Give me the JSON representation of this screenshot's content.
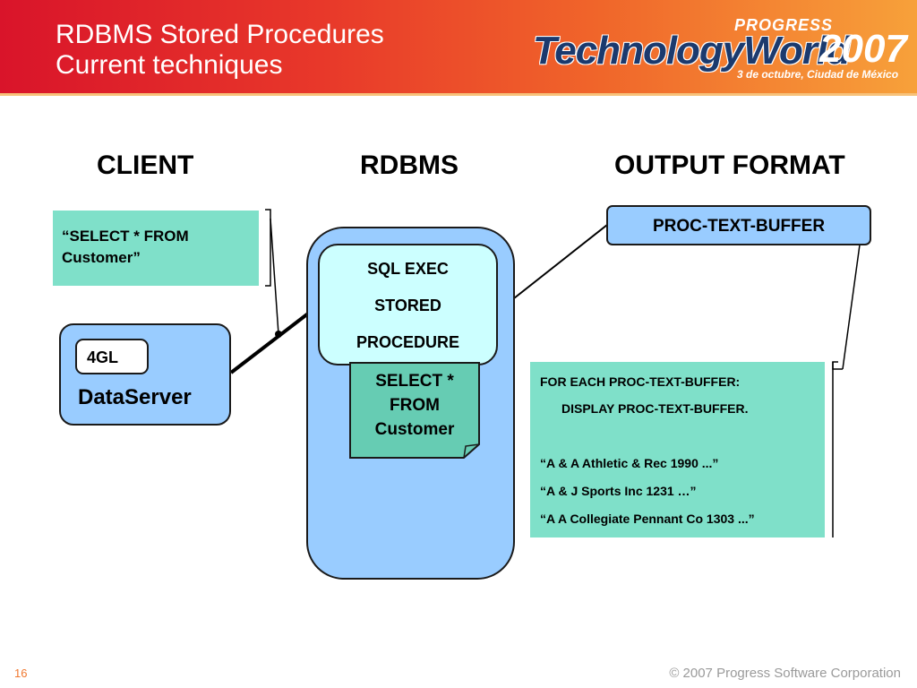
{
  "header": {
    "title_line1": "RDBMS Stored Procedures",
    "title_line2": "Current techniques",
    "logo_progress": "PROGRESS",
    "logo_technology": "TechnologyWorld",
    "logo_year": "2007",
    "logo_subtitle": "3 de octubre, Ciudad de México"
  },
  "columns": {
    "client": "CLIENT",
    "rdbms": "RDBMS",
    "output": "OUTPUT FORMAT"
  },
  "client": {
    "query_line1": "“SELECT * FROM",
    "query_line2": "Customer”",
    "language": "4GL",
    "dataserver": "DataServer"
  },
  "rdbms": {
    "line1": "SQL EXEC",
    "line2": "STORED",
    "line3": "PROCEDURE",
    "select_line1": "SELECT *",
    "select_line2": "FROM",
    "select_line3": "Customer"
  },
  "output": {
    "buffer": "PROC-TEXT-BUFFER",
    "code_line1": "FOR EACH PROC-TEXT-BUFFER:",
    "code_line2": "DISPLAY PROC-TEXT-BUFFER.",
    "row1": "“A & A Athletic & Rec 1990 ...”",
    "row2": "“A & J Sports Inc 1231 …”",
    "row3": "“A A Collegiate Pennant Co 1303 ...”"
  },
  "footer": {
    "page_number": "16",
    "copyright": "© 2007 Progress Software Corporation"
  },
  "colors": {
    "header_red": "#d9142a",
    "header_orange": "#f7a13a",
    "note_green": "#7fe0c9",
    "box_blue": "#99ccff",
    "box_light_cyan": "#ccffff",
    "select_teal": "#66ccb3"
  }
}
